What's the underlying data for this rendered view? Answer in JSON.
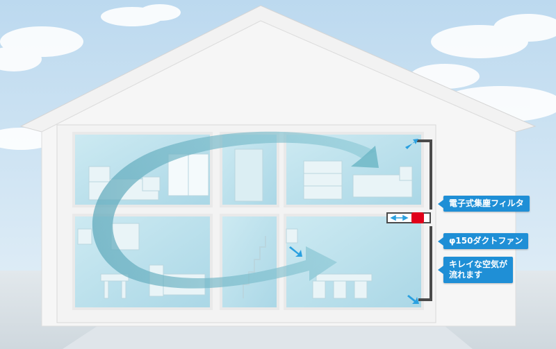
{
  "labels": {
    "filter": "電子式集塵フィルタ",
    "fan": "φ150ダクトファン",
    "clean_air_line1": "キレイな空気が",
    "clean_air_line2": "流れます"
  },
  "colors": {
    "sky": "#cfe3f2",
    "house_wall": "#f4f4f4",
    "room_glass": "#bfe3ee",
    "airflow": "#6fb7c7",
    "duct": "#4a4a4a",
    "filter_unit": "#e0001a",
    "callout": "#1f8fd6",
    "vent_arrow": "#2aa0e0"
  }
}
